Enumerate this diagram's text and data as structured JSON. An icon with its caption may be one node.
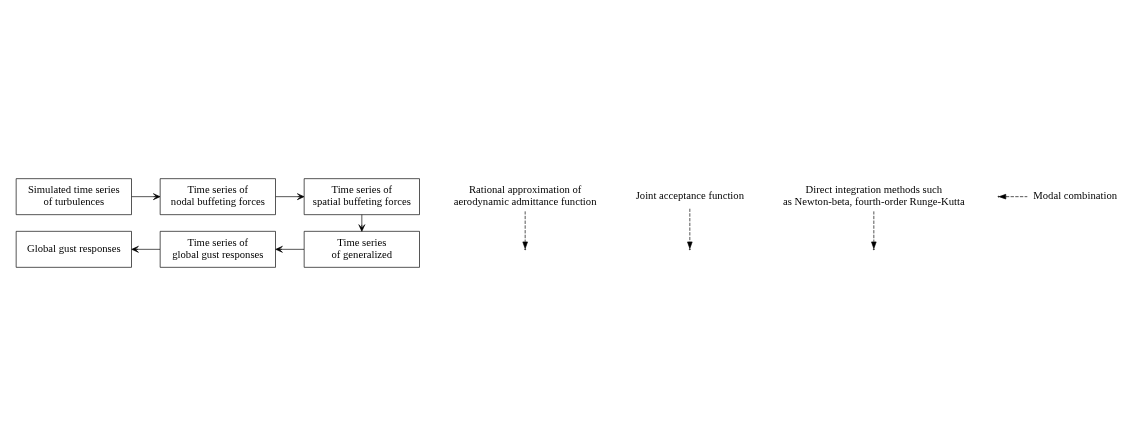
{
  "diagram": {
    "nodes": [
      {
        "text": [
          "Simulated time series of turbulences"
        ]
      },
      {
        "text": [
          "Time series of nodal buffeting forces"
        ]
      },
      {
        "text": [
          "Time series of spatial buffeting forces"
        ]
      },
      {
        "text": [
          "Time series of generalized"
        ]
      },
      {
        "text": [
          "Time series of global gust responses"
        ]
      },
      {
        "text": [
          "Global gust responses"
        ]
      },
      {
        "text": [
          "Rational approximation of aerodynamic admittance function"
        ]
      },
      {
        "text": [
          "Joint acceptance function"
        ]
      },
      {
        "text": [
          "Direct integration methods such as Newton-beta, fourth-order Runge-Kutta"
        ]
      },
      {
        "text": [
          "Modal combination"
        ]
      }
    ],
    "edges": [
      {
        "from": 0,
        "to": 1,
        "arrow": "to"
      },
      {
        "from": 1,
        "to": 2,
        "arrow": "to"
      },
      {
        "from": 2,
        "to": 3,
        "arrow": "to"
      },
      {
        "from": 3,
        "to": 4,
        "arrow": "to"
      },
      {
        "from": 4,
        "to": 5,
        "arrow": "to"
      },
      {
        "from": 6,
        "to": null,
        "arrow": "to",
        "style": "dashed"
      },
      {
        "from": 7,
        "to": null,
        "arrow": "to",
        "style": "dashed"
      },
      {
        "from": 8,
        "to": null,
        "arrow": "to",
        "style": "dashed"
      },
      {
        "from": 9,
        "to": null,
        "arrow": "to",
        "style": "dashed"
      }
    ]
  }
}
